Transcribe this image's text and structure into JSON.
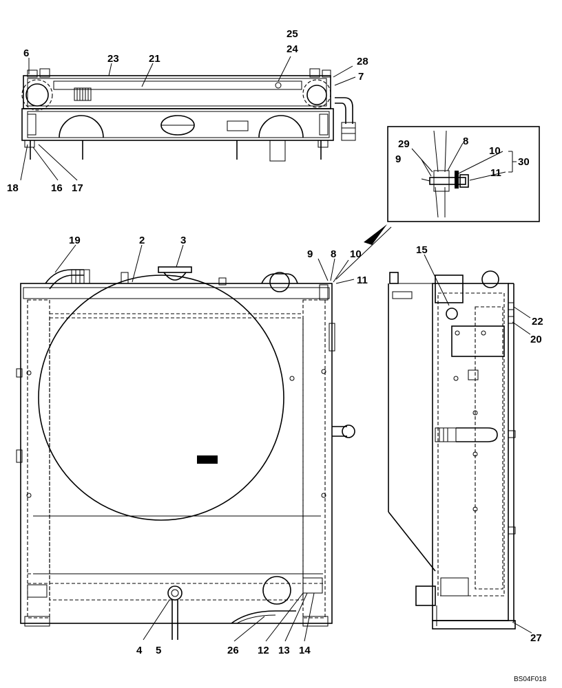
{
  "figure_id": "BS04F018",
  "callouts": {
    "c2": "2",
    "c3": "3",
    "c4": "4",
    "c5": "5",
    "c6": "6",
    "c7": "7",
    "c8a": "8",
    "c8b": "8",
    "c9a": "9",
    "c9b": "9",
    "c10a": "10",
    "c10b": "10",
    "c11a": "11",
    "c11b": "11",
    "c12": "12",
    "c13": "13",
    "c14": "14",
    "c15": "15",
    "c16": "16",
    "c17": "17",
    "c18": "18",
    "c19": "19",
    "c20": "20",
    "c21": "21",
    "c22": "22",
    "c23": "23",
    "c24": "24",
    "c25": "25",
    "c26": "26",
    "c27": "27",
    "c28": "28",
    "c29": "29",
    "c30": "30"
  }
}
